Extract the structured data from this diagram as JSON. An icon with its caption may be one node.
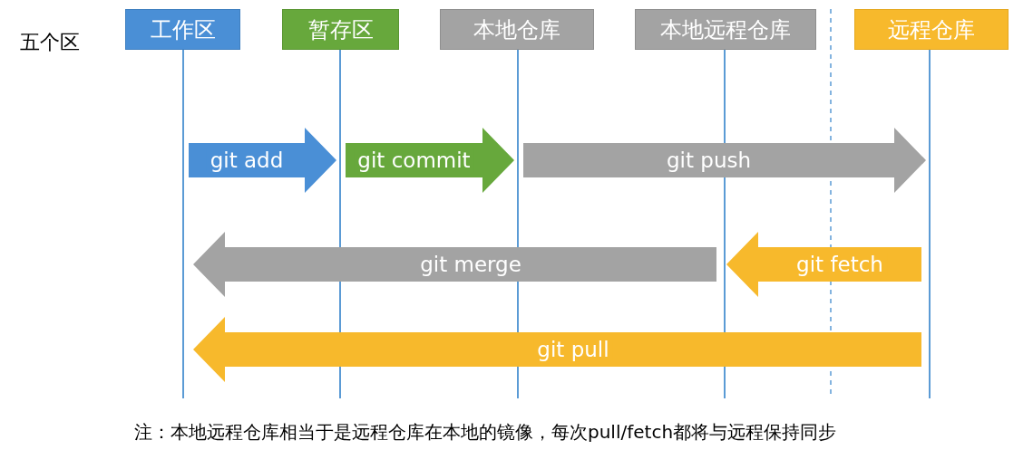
{
  "diagram": {
    "nodes": [
      {
        "text": [
          "工作区"
        ]
      },
      {
        "text": [
          "暂存区"
        ]
      },
      {
        "text": [
          "本地仓库"
        ]
      },
      {
        "text": [
          "本地远程仓库"
        ]
      },
      {
        "text": [
          "远程仓库"
        ]
      }
    ],
    "edges": [
      {
        "from": 0,
        "to": 1,
        "arrow": "to",
        "label": "git add",
        "style": "thick",
        "color": "#4a8fd6"
      },
      {
        "from": 1,
        "to": 2,
        "arrow": "to",
        "label": "git commit",
        "style": "thick",
        "color": "#67a83c"
      },
      {
        "from": 2,
        "to": 4,
        "arrow": "to",
        "label": "git push",
        "style": "thick",
        "color": "#a3a3a3"
      },
      {
        "from": 3,
        "to": 0,
        "arrow": "to",
        "label": "git merge",
        "style": "thick",
        "color": "#a3a3a3"
      },
      {
        "from": 4,
        "to": 3,
        "arrow": "to",
        "label": "git fetch",
        "style": "thick",
        "color": "#f7b92c"
      },
      {
        "from": 4,
        "to": 0,
        "arrow": "to",
        "label": "git pull",
        "style": "thick",
        "color": "#f7b92c"
      }
    ],
    "labels": [
      "五个区",
      "注：本地远程仓库相当于是远程仓库在本地的镜像，每次pull/fetch都将与远程保持同步"
    ]
  }
}
